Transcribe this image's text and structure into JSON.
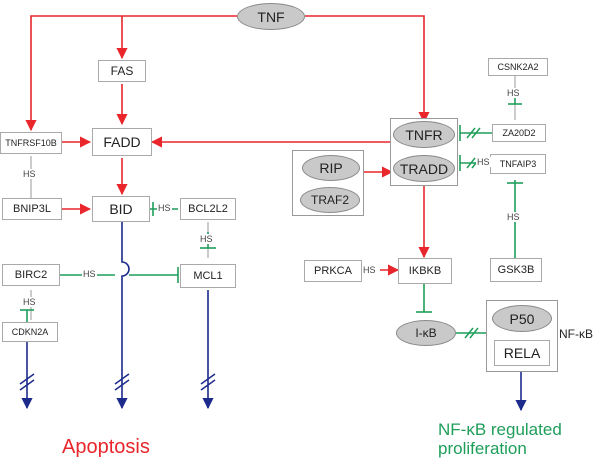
{
  "colors": {
    "activation": "#e8262b",
    "inhibition": "#1f9e5a",
    "outcome": "#1c2a8c",
    "oval_fill": "#c9c9c9"
  },
  "nodes": {
    "tnf": "TNF",
    "fas": "FAS",
    "fadd": "FADD",
    "tnfrsf10b": "TNFRSF10B",
    "bnip3l": "BNIP3L",
    "bid": "BID",
    "bcl2l2": "BCL2L2",
    "birc2": "BIRC2",
    "mcl1": "MCL1",
    "cdkn2a": "CDKN2A",
    "rip": "RIP",
    "traf2": "TRAF2",
    "tnfr": "TNFR",
    "tradd": "TRADD",
    "csnk2a2": "CSNK2A2",
    "za20d2": "ZA20D2",
    "tnfaip3": "TNFAIP3",
    "gsk3b": "GSK3B",
    "prkca": "PRKCA",
    "ikbkb": "IKBKB",
    "ikb": "I-κB",
    "p50": "P50",
    "rela": "RELA",
    "nfkb": "NF-κB"
  },
  "hs_label": "HS",
  "outcomes": {
    "apoptosis": "Apoptosis",
    "proliferation_line1": "NF-κB regulated",
    "proliferation_line2": "proliferation"
  }
}
